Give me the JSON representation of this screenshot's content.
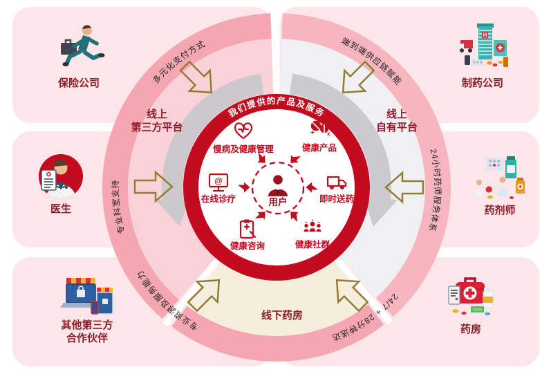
{
  "ring": {
    "title_arc": "我们提供的产品及服务",
    "user_label": "用户"
  },
  "services": [
    {
      "label": "慢病及健康管理",
      "icon": "heart-pulse-icon"
    },
    {
      "label": "健康产品",
      "icon": "pills-icon"
    },
    {
      "label": "在线诊疗",
      "icon": "online-monitor-icon"
    },
    {
      "label": "即时送药",
      "icon": "delivery-truck-icon"
    },
    {
      "label": "健康咨询",
      "icon": "consult-clipboard-icon"
    },
    {
      "label": "健康社群",
      "icon": "community-icon"
    }
  ],
  "segments": {
    "left": {
      "line1": "线上",
      "line2": "第三方平台"
    },
    "right": {
      "line1": "线上",
      "line2": "自有平台"
    },
    "bottom": {
      "label": "线下药房"
    }
  },
  "arc_labels": {
    "top_left": "多元化支付方式",
    "top_right": "端到端供应链赋能",
    "left": "专业科室支持",
    "right": "24小时药师服务体系",
    "bottom_left": "专业资源及服务能力",
    "bottom_right": "24/7 + 28分钟送达"
  },
  "entities": {
    "insurance": {
      "label": "保险公司"
    },
    "pharma_company": {
      "label": "制药公司"
    },
    "doctor": {
      "label": "医生"
    },
    "pharmacist": {
      "label": "药剂师"
    },
    "partners": {
      "line1": "其他第三方",
      "line2": "合作伙伴"
    },
    "pharmacy": {
      "label": "药房"
    }
  },
  "colors": {
    "brand_red": "#c30b20",
    "dark_label_red": "#8d1b25",
    "band_pink": "#f4a7b1",
    "sector_pink": "#f9d2d9",
    "sector_grey": "#f0eff1",
    "sector_cream": "#f6eedd",
    "card_pink": "#fde6ea",
    "gold_arrow": "#8f7d33",
    "grey_arrow": "#c7c7cb"
  }
}
